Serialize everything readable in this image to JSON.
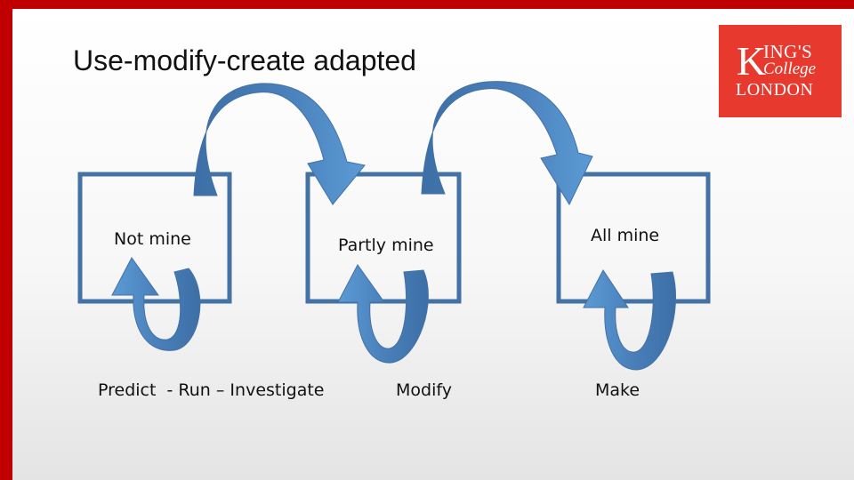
{
  "slide": {
    "title": "Use-modify-create adapted"
  },
  "logo": {
    "line1_initial": "K",
    "line1_rest": "ING'S",
    "line2": "College",
    "line3": "LONDON",
    "color": "#e8392e"
  },
  "boxes": [
    {
      "label": "Not mine"
    },
    {
      "label": "Partly mine"
    },
    {
      "label": "All mine"
    }
  ],
  "activities": [
    {
      "label": "Predict  - Run – Investigate"
    },
    {
      "label": "Modify"
    },
    {
      "label": "Make"
    }
  ],
  "colors": {
    "accent_border": "#c00000",
    "box_stroke": "#4472a4",
    "arrow_dark": "#3d6fa6",
    "arrow_light": "#5b9bd5"
  }
}
